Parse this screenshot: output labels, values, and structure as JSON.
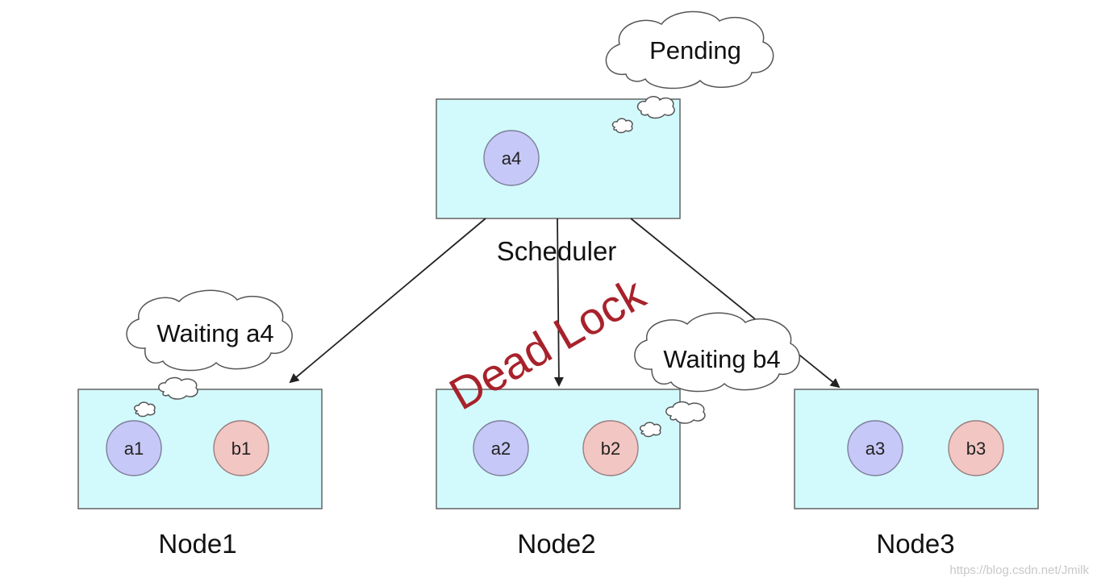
{
  "scheduler": {
    "label": "Scheduler",
    "pod": "a4",
    "status": "Pending"
  },
  "nodes": [
    {
      "label": "Node1",
      "pods": [
        "a1",
        "b1"
      ],
      "status": "Waiting a4"
    },
    {
      "label": "Node2",
      "pods": [
        "a2",
        "b2"
      ]
    },
    {
      "label": "Node3",
      "pods": [
        "a3",
        "b3"
      ]
    }
  ],
  "node2_status": "Waiting b4",
  "dead_lock": "Dead Lock",
  "watermark": "https://blog.csdn.net/Jmilk",
  "colors": {
    "box_fill": "#d2fafc",
    "pod_a": "#c6c8f7",
    "pod_b": "#f1c6c3",
    "dead_lock": "#a8222b"
  }
}
